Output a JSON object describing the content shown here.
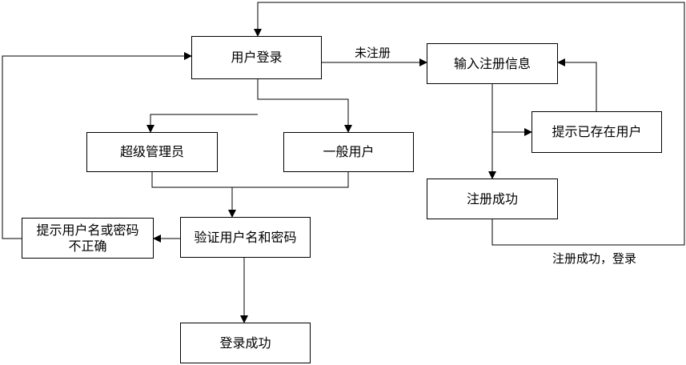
{
  "nodes": {
    "user_login": "用户登录",
    "input_register_info": "输入注册信息",
    "hint_user_exists": "提示已存在用户",
    "super_admin": "超级管理员",
    "normal_user": "一般用户",
    "register_success": "注册成功",
    "hint_wrong_credentials": "提示用户名或密码\n不正确",
    "verify_credentials": "验证用户名和密码",
    "login_success": "登录成功"
  },
  "edges": {
    "not_registered": "未注册",
    "register_success_login": "注册成功，登录"
  }
}
